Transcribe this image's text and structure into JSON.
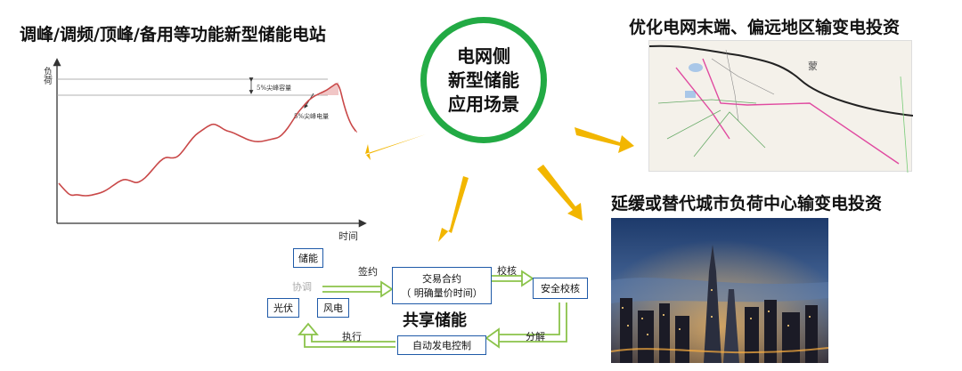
{
  "headings": {
    "peak_shaving": "调峰/调频/顶峰/备用等功能新型储能电站",
    "center": [
      "电网侧",
      "新型储能",
      "应用场景"
    ],
    "grid_end": "优化电网末端、偏远地区输变电投资",
    "urban": "延缓或替代城市负荷中心输变电投资",
    "shared": "共享储能"
  },
  "load_chart": {
    "ylabel": "负荷",
    "xlabel": "时间",
    "capacity_label": "5%尖峰容量",
    "energy_label": "5%尖峰电量"
  },
  "chart_data": {
    "type": "line",
    "xlabel": "时间",
    "ylabel": "负荷",
    "annotations": [
      "5%尖峰容量",
      "5%尖峰电量"
    ],
    "series": [
      {
        "x": [
          0,
          2,
          4,
          6,
          8,
          10,
          12,
          14,
          16,
          18,
          20,
          22,
          24,
          26,
          28,
          30,
          32,
          34,
          36,
          38,
          40,
          42,
          44,
          46,
          48,
          50,
          52,
          54,
          56,
          58,
          60,
          62,
          64,
          66,
          68,
          70,
          72,
          74,
          76,
          78,
          80,
          82,
          84,
          86,
          88,
          90,
          92,
          94,
          96,
          98,
          100
        ],
        "values": [
          25,
          20,
          16,
          17,
          16,
          16,
          17,
          18,
          20,
          23,
          26,
          28,
          27,
          25,
          27,
          31,
          36,
          41,
          44,
          43,
          44,
          49,
          55,
          60,
          63,
          66,
          68,
          66,
          63,
          62,
          60,
          58,
          56,
          55,
          55,
          56,
          57,
          58,
          62,
          68,
          75,
          80,
          85,
          88,
          90,
          92,
          95,
          98,
          80,
          68,
          62
        ]
      }
    ]
  },
  "map": {
    "region_label": "蒙"
  },
  "shared_flow": {
    "storage": "储能",
    "solar": "光伏",
    "wind": "风电",
    "coordinate": "协调",
    "sign": "签约",
    "contract_line1": "交易合约",
    "contract_line2": "（ 明确量价时间）",
    "check": "校核",
    "security_check": "安全校核",
    "decompose": "分解",
    "agc": "自动发电控制",
    "execute": "执行"
  },
  "colors": {
    "circle": "#22aa44",
    "arrow": "#f2b600",
    "curve": "#c94848",
    "box_border": "#1f5aa8",
    "flow_arrow": "#8bc34a"
  }
}
